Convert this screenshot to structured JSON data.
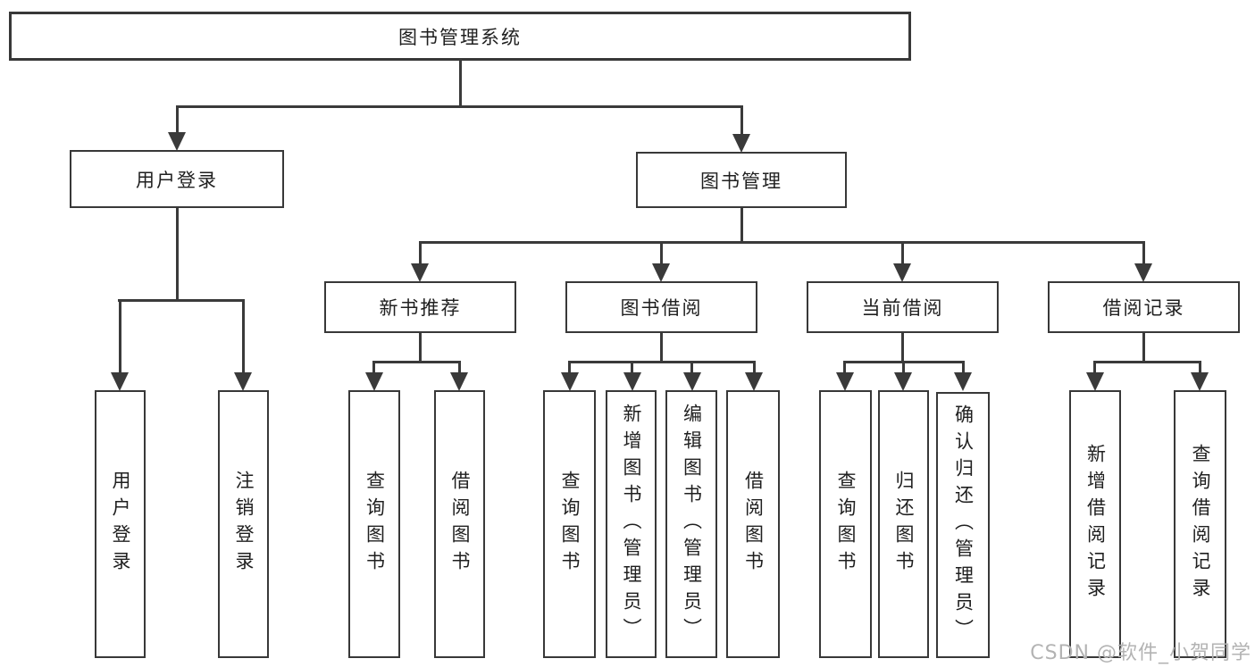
{
  "tree": {
    "root": "图书管理系统",
    "branches": [
      {
        "label": "用户登录",
        "leaves": [
          "用户登录",
          "注销登录"
        ]
      },
      {
        "label": "图书管理",
        "groups": [
          {
            "label": "新书推荐",
            "leaves": [
              "查询图书",
              "借阅图书"
            ]
          },
          {
            "label": "图书借阅",
            "leaves": [
              "查询图书",
              "新增图书（管理员）",
              "编辑图书（管理员）",
              "借阅图书"
            ]
          },
          {
            "label": "当前借阅",
            "leaves": [
              "查询图书",
              "归还图书",
              "确认归还（管理员）"
            ]
          },
          {
            "label": "借阅记录",
            "leaves": [
              "新增借阅记录",
              "查询借阅记录"
            ]
          }
        ]
      }
    ]
  },
  "watermark": "CSDN @软件_小贺同学",
  "colors": {
    "background": "#ffffff",
    "line": "#3a3a3a",
    "box_border": "#383838",
    "text": "#1f1f1f",
    "watermark": "#b3b3b3"
  }
}
